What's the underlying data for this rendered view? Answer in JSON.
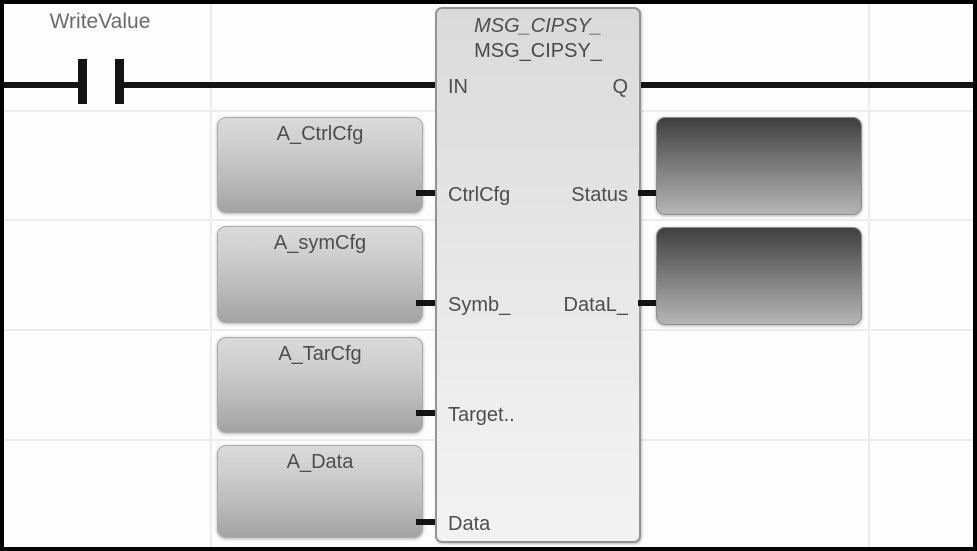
{
  "diagram": {
    "contact": {
      "label": "WriteValue"
    },
    "function_block": {
      "type_label": "MSG_CIPSY_",
      "instance_label": "MSG_CIPSY_",
      "pins": {
        "in": "IN",
        "q": "Q",
        "ctrlcfg": "CtrlCfg",
        "status": "Status",
        "symb": "Symb_",
        "datal": "DataL_",
        "target": "Target..",
        "data": "Data"
      }
    },
    "input_operands": {
      "ctrlcfg": "A_CtrlCfg",
      "symcfg": "A_symCfg",
      "tarcfg": "A_TarCfg",
      "data": "A_Data"
    },
    "output_operands": {
      "status": "",
      "datalen": ""
    },
    "colors": {
      "wire": "#141414",
      "block_border": "#949494",
      "grid_line": "#ececec",
      "label_text": "#4d4d4d",
      "frame": "#000000"
    }
  }
}
